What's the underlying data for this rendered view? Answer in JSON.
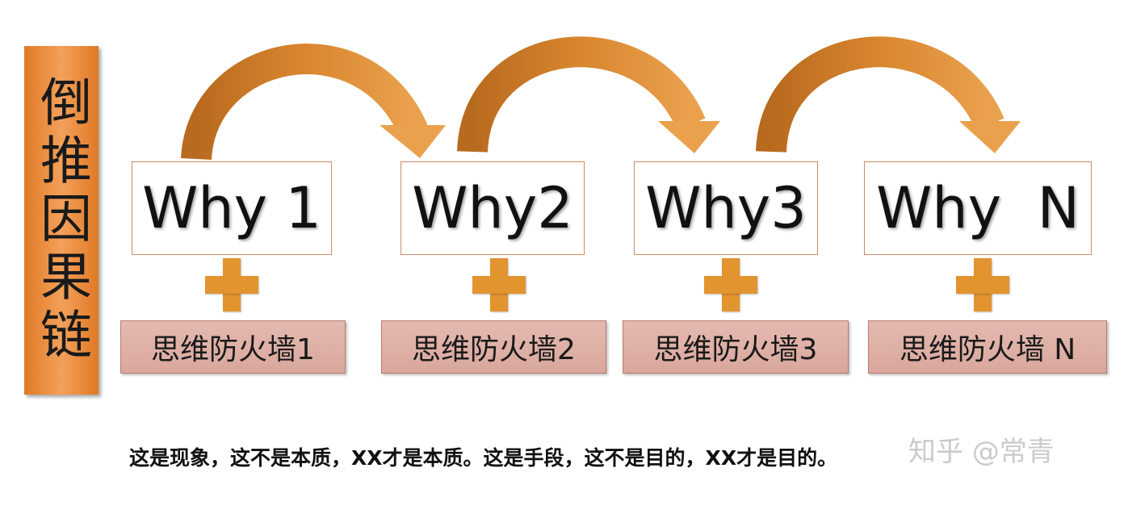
{
  "side_title": "倒推因果链",
  "whys": [
    {
      "label": "Why 1"
    },
    {
      "label": "Why2"
    },
    {
      "label": "Why3"
    },
    {
      "label": "Why  N"
    }
  ],
  "plus_symbol": "+",
  "walls": [
    {
      "label": "思维防火墙1"
    },
    {
      "label": "思维防火墙2"
    },
    {
      "label": "思维防火墙3"
    },
    {
      "label": "思维防火墙 N"
    }
  ],
  "caption": "这是现象，这不是本质，XX才是本质。这是手段，这不是目的，XX才是目的。",
  "watermark": "知乎 @常青",
  "colors": {
    "accent_orange": "#e2942f",
    "arrow_dark": "#b86a1e",
    "arrow_light": "#eaa14e",
    "wall_fill": "#dcaea3",
    "side_fill": "#e98a3c"
  }
}
